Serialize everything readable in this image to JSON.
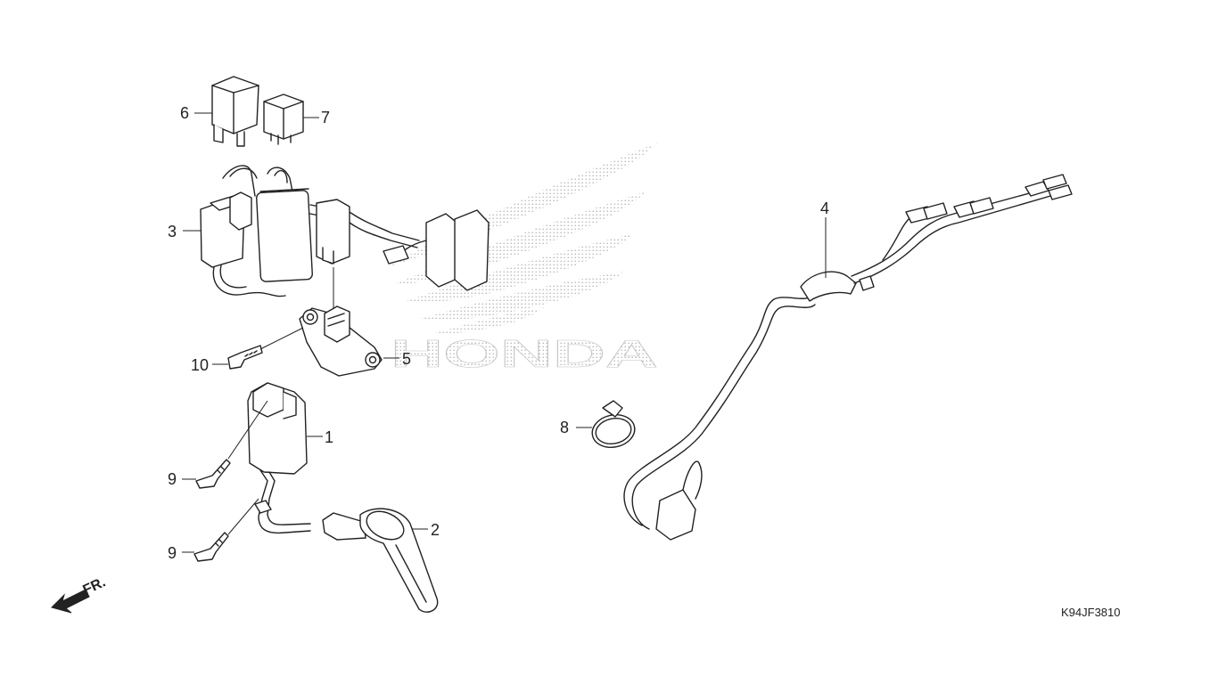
{
  "diagram": {
    "drawing_code": "K94JF3810",
    "front_indicator": "FR.",
    "brand_watermark": "HONDA",
    "callouts": {
      "c1": "1",
      "c2": "2",
      "c3": "3",
      "c4": "4",
      "c5": "5",
      "c6": "6",
      "c7": "7",
      "c8": "8",
      "c9a": "9",
      "c9b": "9",
      "c10": "10"
    }
  }
}
